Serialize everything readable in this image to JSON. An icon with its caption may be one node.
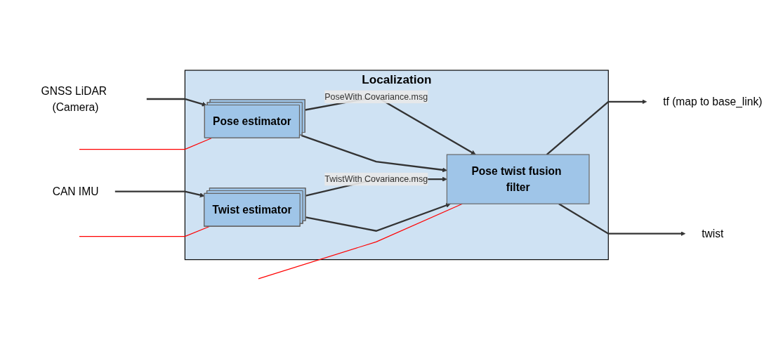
{
  "diagram": {
    "nodes": [
      {
        "text": [
          "Localization"
        ]
      },
      {
        "text": [
          "Pose estimator"
        ],
        "in": 0
      },
      {
        "text": [
          "Twist estimator"
        ],
        "in": 0
      },
      {
        "text": [
          "Pose twist fusion filter"
        ],
        "in": 0
      },
      {
        "text": [
          "GNSS LiDAR (Camera)"
        ]
      },
      {
        "text": [
          "CAN IMU"
        ]
      },
      {
        "text": [
          "tf (map to base_link)"
        ]
      },
      {
        "text": [
          "twist"
        ]
      }
    ],
    "edges": [
      {
        "from": 4,
        "to": 1,
        "arrow": "to"
      },
      {
        "from": 5,
        "to": 2,
        "arrow": "to"
      },
      {
        "from": 1,
        "to": 3,
        "arrow": "to",
        "label": "PoseWith Covariance.msg"
      },
      {
        "from": 1,
        "to": 3,
        "arrow": "to"
      },
      {
        "from": 2,
        "to": 3,
        "arrow": "to",
        "label": "TwistWith Covariance.msg"
      },
      {
        "from": 2,
        "to": 3,
        "arrow": "to"
      },
      {
        "from": 3,
        "to": 6,
        "arrow": "to"
      },
      {
        "from": 3,
        "to": 7,
        "arrow": "to"
      },
      {
        "from": null,
        "to": 1,
        "arrow": "none",
        "color": "#ff0000"
      },
      {
        "from": null,
        "to": 3,
        "arrow": "none",
        "color": "#ff0000"
      },
      {
        "from": null,
        "to": 2,
        "arrow": "none",
        "color": "#ff0000"
      }
    ]
  }
}
